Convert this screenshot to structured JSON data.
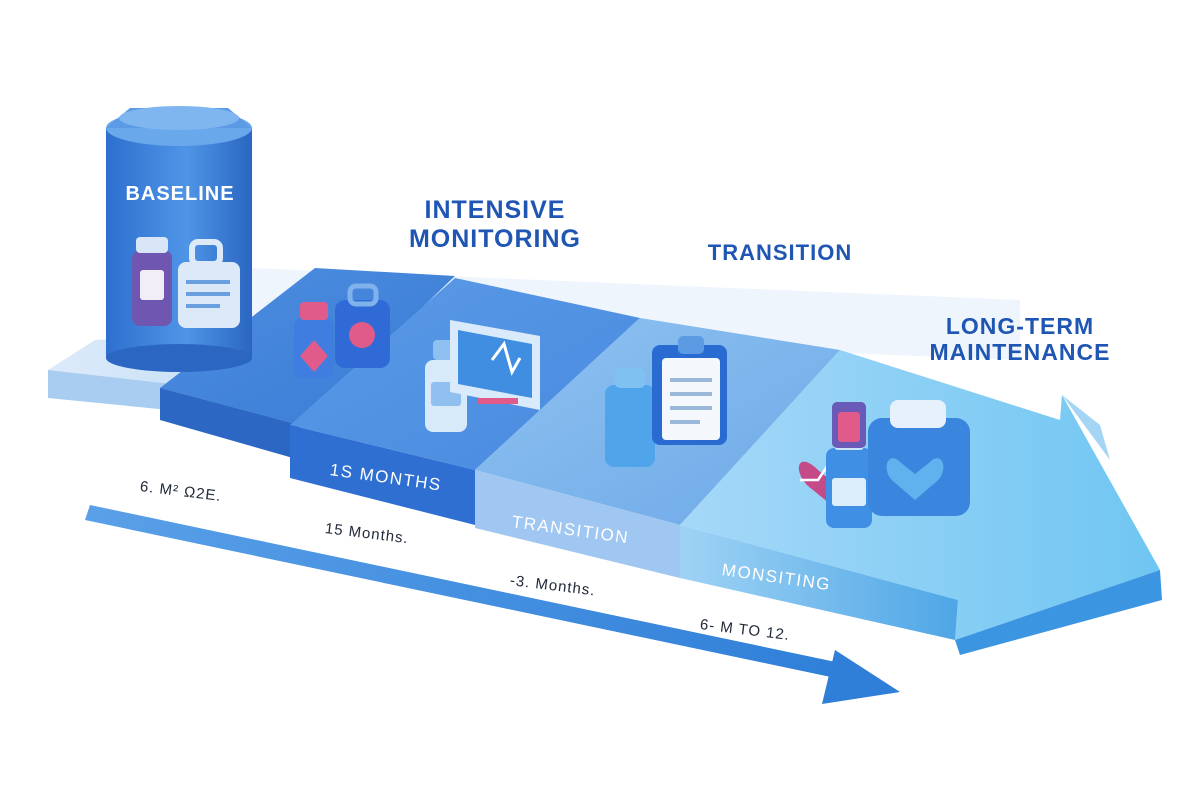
{
  "stages": [
    {
      "title_lines": [
        "BASELINE"
      ],
      "timeline": "6. M² Ω2E.",
      "icons": [
        "medicine-bottle-icon",
        "medical-kit-icon"
      ]
    },
    {
      "title_lines": [
        "INTENSIVE",
        "MONITORING"
      ],
      "face_label": "1S MONTHS",
      "timeline": "15 Months.",
      "icons": [
        "medicine-bottle-icon",
        "medical-bag-icon"
      ]
    },
    {
      "title_lines": [
        "TRANSITION"
      ],
      "face_label": "TRANSITION",
      "timeline": "-3. Months.",
      "icons": [
        "medicine-bottle-icon",
        "monitor-screen-icon"
      ]
    },
    {
      "title_lines": [
        "LONG-TERM",
        "MAINTENANCE"
      ],
      "face_label": "MONSITING",
      "timeline": "6- M TO 12.",
      "icons": [
        "clipboard-icon",
        "heart-icon",
        "medical-bag-icon",
        "medicine-bottle-icon"
      ]
    }
  ],
  "colors": {
    "title": "#1f56b3",
    "top_light": "#cfe3f8",
    "top_blue": "#5b9be3",
    "face_dark": "#2f6fd1",
    "face_mid": "#7fb2ea",
    "face_light": "#aed6f6",
    "timeline_arrow": "#3f8fe0",
    "label_dark": "#222a3a"
  }
}
